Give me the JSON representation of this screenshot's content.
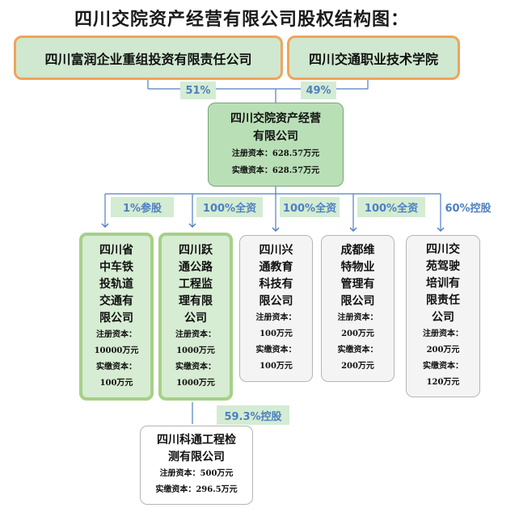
{
  "title": "四川交院资产经营有限公司股权结构图：",
  "shareholders": [
    {
      "name": "四川富润企业重组投资有限责任公司",
      "share": "51%"
    },
    {
      "name": "四川交通职业技术学院",
      "share": "49%"
    }
  ],
  "company": {
    "name_lines": [
      "四川交院资产经营",
      "有限公司"
    ],
    "registered": "注册资本：628.57万元",
    "paid": "实缴资本：628.57万元"
  },
  "subsidiaries": [
    {
      "relation": "1%参股",
      "name_lines": [
        "四川省",
        "中车铁",
        "投轨道",
        "交通有",
        "限公司"
      ],
      "capital": [
        "注册资本：",
        "10000万元",
        "实缴资本：",
        "100万元"
      ]
    },
    {
      "relation": "100%全资",
      "name_lines": [
        "四川跃",
        "通公路",
        "工程监",
        "理有限",
        "公司"
      ],
      "capital": [
        "注册资本：",
        "1000万元",
        "实缴资本：",
        "1000万元"
      ]
    },
    {
      "relation": "100%全资",
      "name_lines": [
        "四川兴",
        "通教育",
        "科技有",
        "限公司"
      ],
      "capital": [
        "注册资本：",
        "100万元",
        "实缴资本：",
        "100万元"
      ]
    },
    {
      "relation": "100%全资",
      "name_lines": [
        "成都维",
        "特物业",
        "管理有",
        "限公司"
      ],
      "capital": [
        "注册资本：",
        "200万元",
        "实缴资本：",
        "200万元"
      ]
    },
    {
      "relation": "60%控股",
      "name_lines": [
        "四川交",
        "苑驾驶",
        "培训有",
        "限责任",
        "公司"
      ],
      "capital": [
        "注册资本：",
        "200万元",
        "实缴资本：",
        "120万元"
      ]
    }
  ],
  "grandchild": {
    "relation": "59.3%控股",
    "name_lines": [
      "四川科通工程检",
      "测有限公司"
    ],
    "registered": "注册资本：500万元",
    "paid": "实缴资本：296.5万元"
  },
  "colors": {
    "line": "#4f7fc0",
    "owner_border": "#f0a45a",
    "label_text": "#4f7fc0"
  }
}
